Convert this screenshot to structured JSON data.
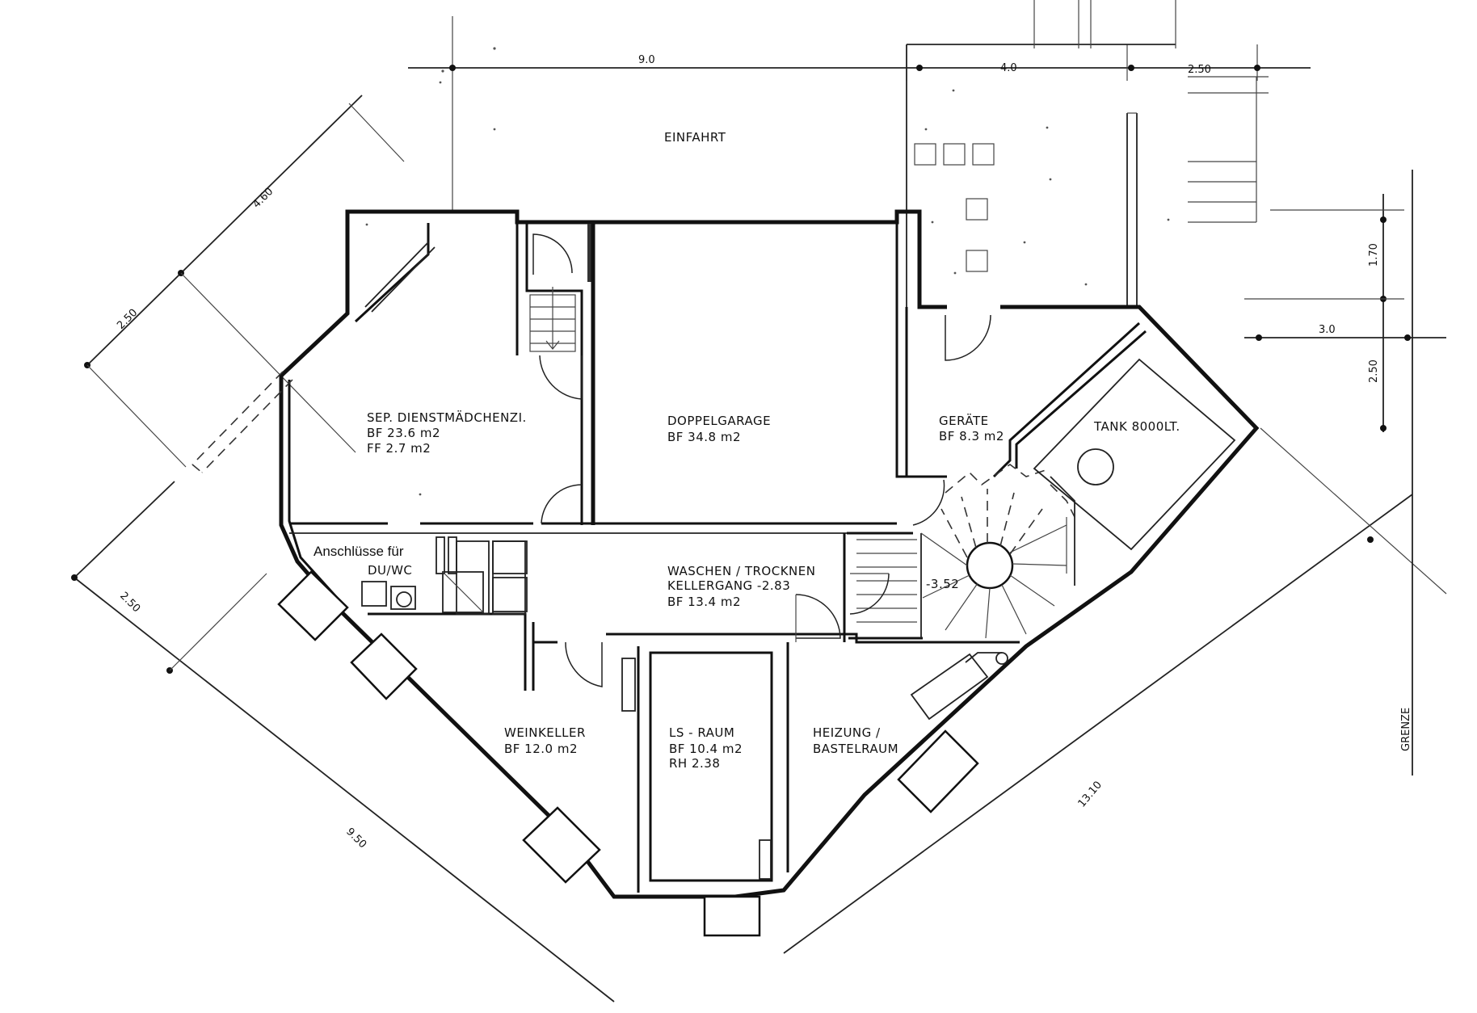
{
  "plan": {
    "rooms": {
      "einfahrt": {
        "name": "EINFAHRT"
      },
      "dienst": {
        "name": "SEP. DIENSTMÄDCHENZI.",
        "bf": "BF  23.6 m2",
        "ff": "FF    2.7 m2"
      },
      "garage": {
        "name": "DOPPELGARAGE",
        "bf": "BF  34.8 m2"
      },
      "geraete": {
        "name": "GERÄTE",
        "bf": "BF  8.3 m2"
      },
      "tank": {
        "name": "TANK  8000LT."
      },
      "anschluesse": {
        "line1": "Anschlüsse für",
        "line2": "DU/WC"
      },
      "waschen": {
        "line1": "WASCHEN / TROCKNEN",
        "line2": "KELLERGANG  -2.83",
        "bf": "BF  13.4 m2"
      },
      "stair_level": "-3.52",
      "weinkeller": {
        "name": "WEINKELLER",
        "bf": "BF  12.0 m2"
      },
      "ls_raum": {
        "name": "LS - RAUM",
        "bf": "BF  10.4 m2",
        "rh": "RH    2.38"
      },
      "heizung": {
        "line1": "HEIZUNG /",
        "line2": "BASTELRAUM"
      }
    },
    "dimensions": {
      "top_9": "9.0",
      "top_4": "4.0",
      "top_250": "2.50",
      "left_460": "4.60",
      "left_250_upper": "2.50",
      "left_250_lower": "2.50",
      "left_950": "9.50",
      "right_170": "1.70",
      "right_30": "3.0",
      "right_250": "2.50",
      "right_1310": "13.10",
      "grenze": "GRENZE"
    }
  }
}
